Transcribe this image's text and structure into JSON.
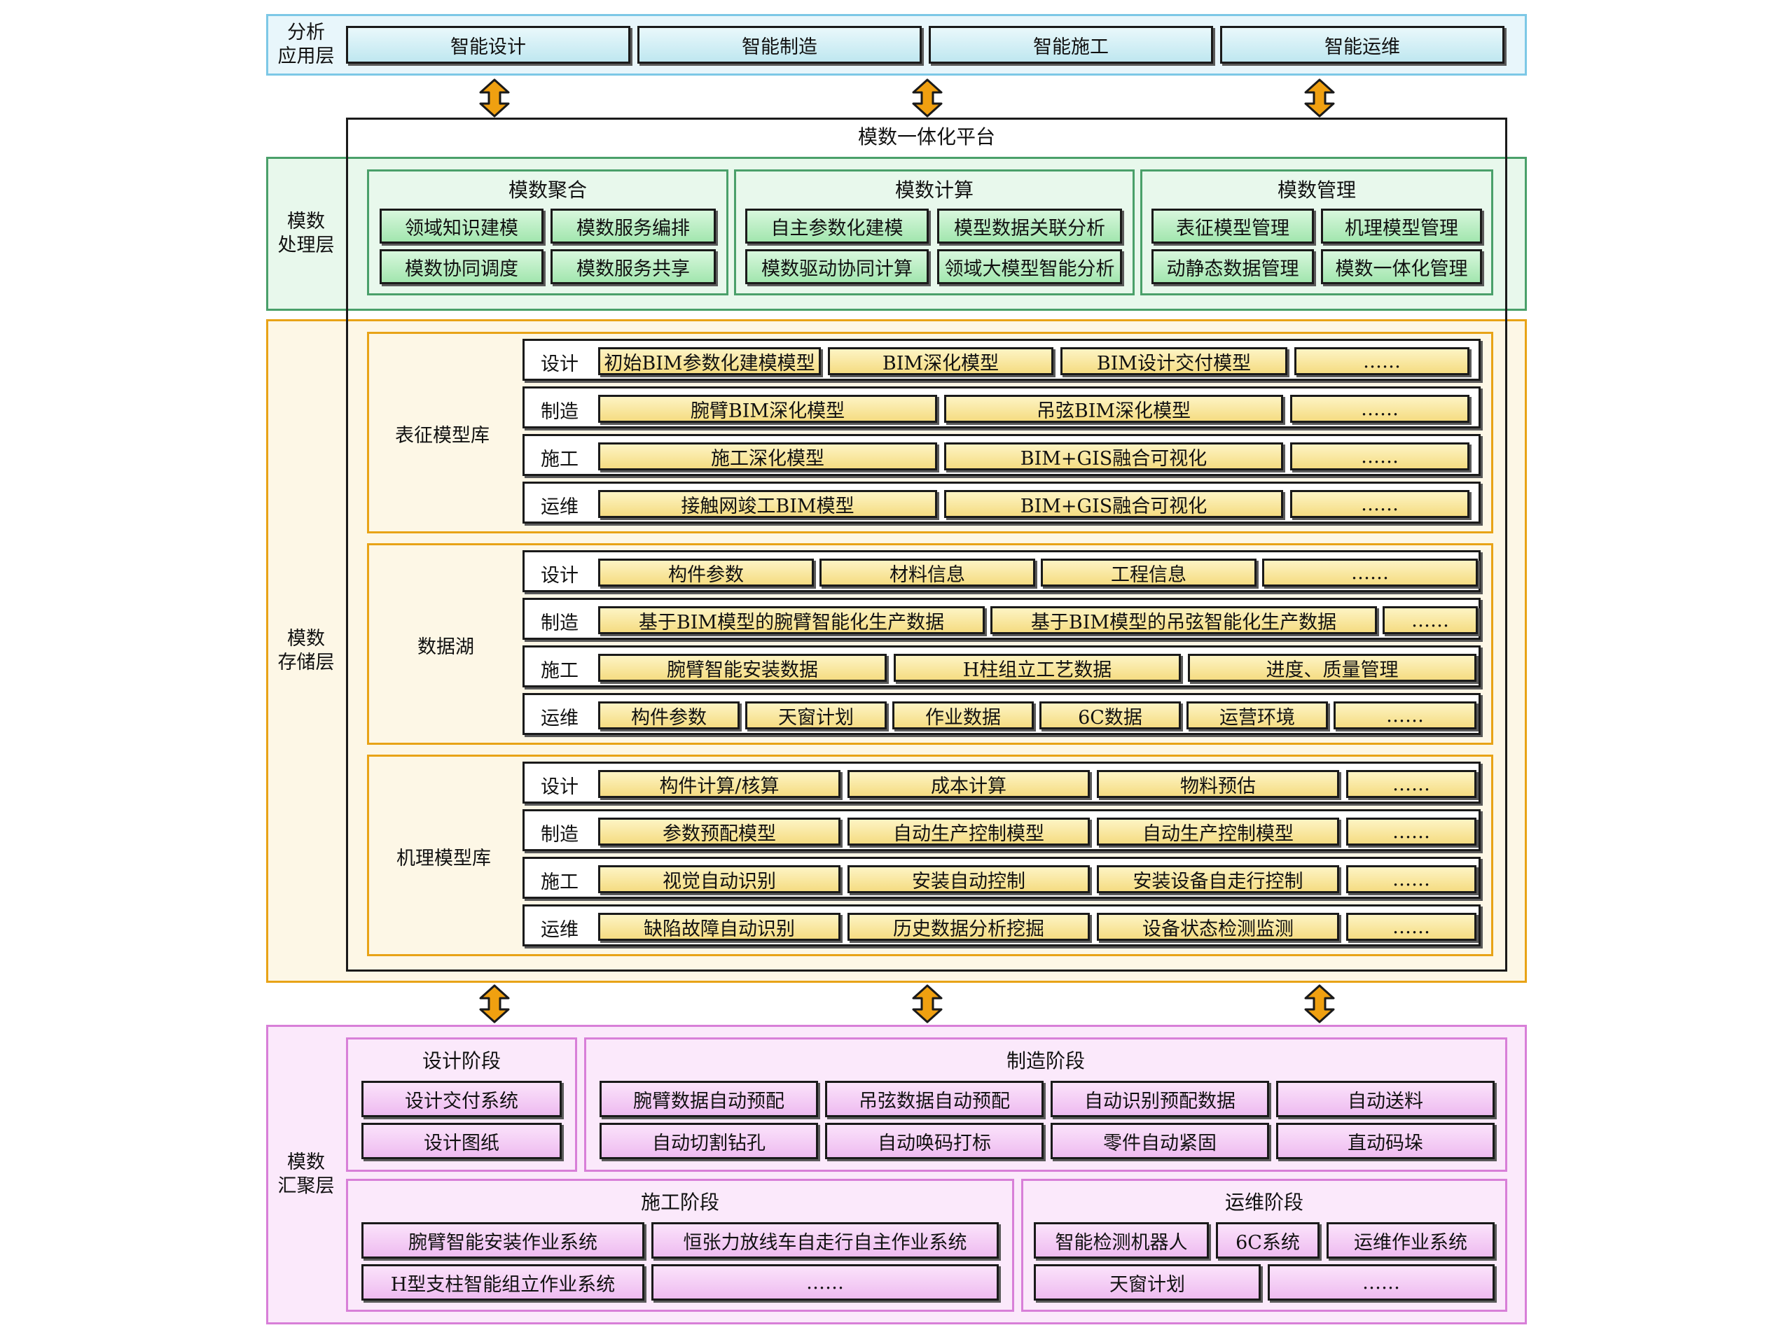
{
  "top": {
    "label": [
      "分析",
      "应用层"
    ],
    "items": [
      "智能设计",
      "智能制造",
      "智能施工",
      "智能运维"
    ]
  },
  "platform": {
    "title": "模数一体化平台"
  },
  "processing": {
    "label": [
      "模数",
      "处理层"
    ],
    "groups": [
      {
        "title": "模数聚合",
        "items": [
          "领域知识建模",
          "模数服务编排",
          "模数协同调度",
          "模数服务共享"
        ]
      },
      {
        "title": "模数计算",
        "items": [
          "自主参数化建模",
          "模型数据关联分析",
          "模数驱动协同计算",
          "领域大模型智能分析"
        ]
      },
      {
        "title": "模数管理",
        "items": [
          "表征模型管理",
          "机理模型管理",
          "动静态数据管理",
          "模数一体化管理"
        ]
      }
    ]
  },
  "storage": {
    "label": [
      "模数",
      "存储层"
    ],
    "libs": [
      {
        "name": "表征模型库",
        "rows": [
          {
            "stage": "设计",
            "items": [
              "初始BIM参数化建模模型",
              "BIM深化模型",
              "BIM设计交付模型",
              "……"
            ]
          },
          {
            "stage": "制造",
            "items": [
              "腕臂BIM深化模型",
              "吊弦BIM深化模型",
              "……"
            ]
          },
          {
            "stage": "施工",
            "items": [
              "施工深化模型",
              "BIM+GIS融合可视化",
              "……"
            ]
          },
          {
            "stage": "运维",
            "items": [
              "接触网竣工BIM模型",
              "BIM+GIS融合可视化",
              "……"
            ]
          }
        ]
      },
      {
        "name": "数据湖",
        "rows": [
          {
            "stage": "设计",
            "items": [
              "构件参数",
              "材料信息",
              "工程信息",
              "……"
            ]
          },
          {
            "stage": "制造",
            "items": [
              "基于BIM模型的腕臂智能化生产数据",
              "基于BIM模型的吊弦智能化生产数据",
              "……"
            ]
          },
          {
            "stage": "施工",
            "items": [
              "腕臂智能安装数据",
              "H柱组立工艺数据",
              "进度、质量管理"
            ]
          },
          {
            "stage": "运维",
            "items": [
              "构件参数",
              "天窗计划",
              "作业数据",
              "6C数据",
              "运营环境",
              "……"
            ]
          }
        ]
      },
      {
        "name": "机理模型库",
        "rows": [
          {
            "stage": "设计",
            "items": [
              "构件计算/核算",
              "成本计算",
              "物料预估",
              "……"
            ]
          },
          {
            "stage": "制造",
            "items": [
              "参数预配模型",
              "自动生产控制模型",
              "自动生产控制模型",
              "……"
            ]
          },
          {
            "stage": "施工",
            "items": [
              "视觉自动识别",
              "安装自动控制",
              "安装设备自走行控制",
              "……"
            ]
          },
          {
            "stage": "运维",
            "items": [
              "缺陷故障自动识别",
              "历史数据分析挖掘",
              "设备状态检测监测",
              "……"
            ]
          }
        ]
      }
    ]
  },
  "aggregation": {
    "label": [
      "模数",
      "汇聚层"
    ],
    "design": {
      "title": "设计阶段",
      "items": [
        "设计交付系统",
        "设计图纸"
      ]
    },
    "manufacturing": {
      "title": "制造阶段",
      "items": [
        "腕臂数据自动预配",
        "吊弦数据自动预配",
        "自动识别预配数据",
        "自动送料",
        "自动切割钻孔",
        "自动唤码打标",
        "零件自动紧固",
        "直动码垛"
      ]
    },
    "construction": {
      "title": "施工阶段",
      "items": [
        "腕臂智能安装作业系统",
        "恒张力放线车自走行自主作业系统",
        "H型支柱智能组立作业系统",
        "……"
      ]
    },
    "operation": {
      "title": "运维阶段",
      "items": [
        "智能检测机器人",
        "6C系统",
        "运维作业系统",
        "天窗计划",
        "……"
      ]
    }
  },
  "colors": {
    "top_border": "#7dc8e6",
    "processing_border": "#4aa06a",
    "storage_border": "#e8a317",
    "aggregation_border": "#d87fd8",
    "arrow": "#f0a010"
  }
}
